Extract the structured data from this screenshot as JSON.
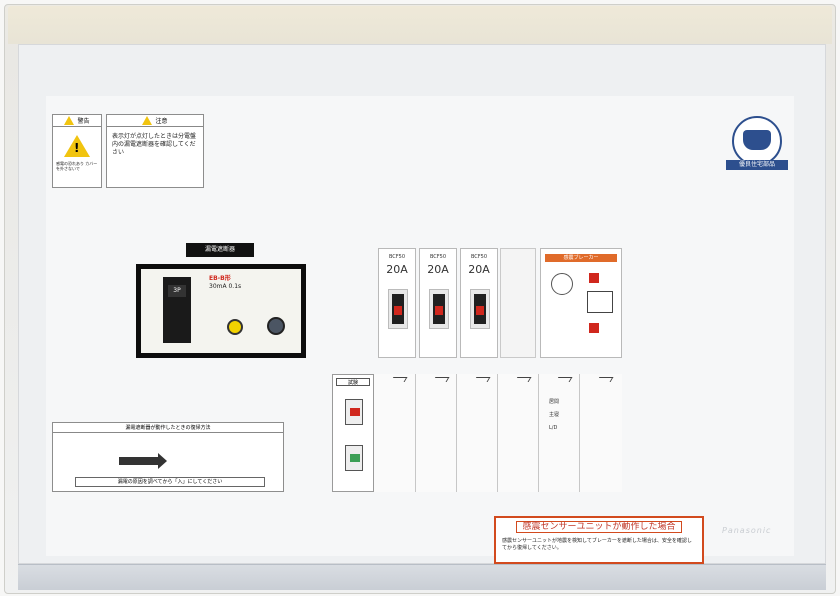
{
  "panel": {
    "warning_label_1": {
      "header": "警告",
      "body": "感電の恐れあり カバーを外さないで"
    },
    "warning_label_2": {
      "header": "注意",
      "body": "表示灯が点灯したときは分電盤内の漏電遮断器を確認してください"
    },
    "seal": {
      "band_text": "優良住宅部品"
    },
    "main_breaker": {
      "tag": "漏電遮断器",
      "handle_label": "3P",
      "model": "EB-B形",
      "spec": "30mA 0.1s"
    },
    "branch_breakers": [
      {
        "model": "BCF50",
        "rating": "20A"
      },
      {
        "model": "BCF50",
        "rating": "20A"
      },
      {
        "model": "BCF50",
        "rating": "20A"
      }
    ],
    "quake_unit": {
      "label": "感震ブレーカー"
    },
    "test_unit": {
      "label": "試験"
    },
    "slot_texts": [
      "居間",
      "主寝",
      "L/D"
    ],
    "instruction_label": {
      "title": "漏電遮断器が動作したときの復帰方法",
      "footer": "漏電の原因を調べてから「入」にしてください"
    },
    "notice": {
      "title": "感震センサーユニットが動作した場合",
      "body": "感震センサーユニットが地震を検知してブレーカーを遮断した場合は、安全を確認してから復帰してください。"
    },
    "brand": "Panasonic"
  },
  "colors": {
    "warning_yellow": "#f1c40f",
    "breaker_red": "#d0271d",
    "indicator_green": "#3c9f55",
    "notice_orange": "#d24a1e",
    "seal_blue": "#2d4f8e",
    "main_body": "#0d0d0d"
  }
}
